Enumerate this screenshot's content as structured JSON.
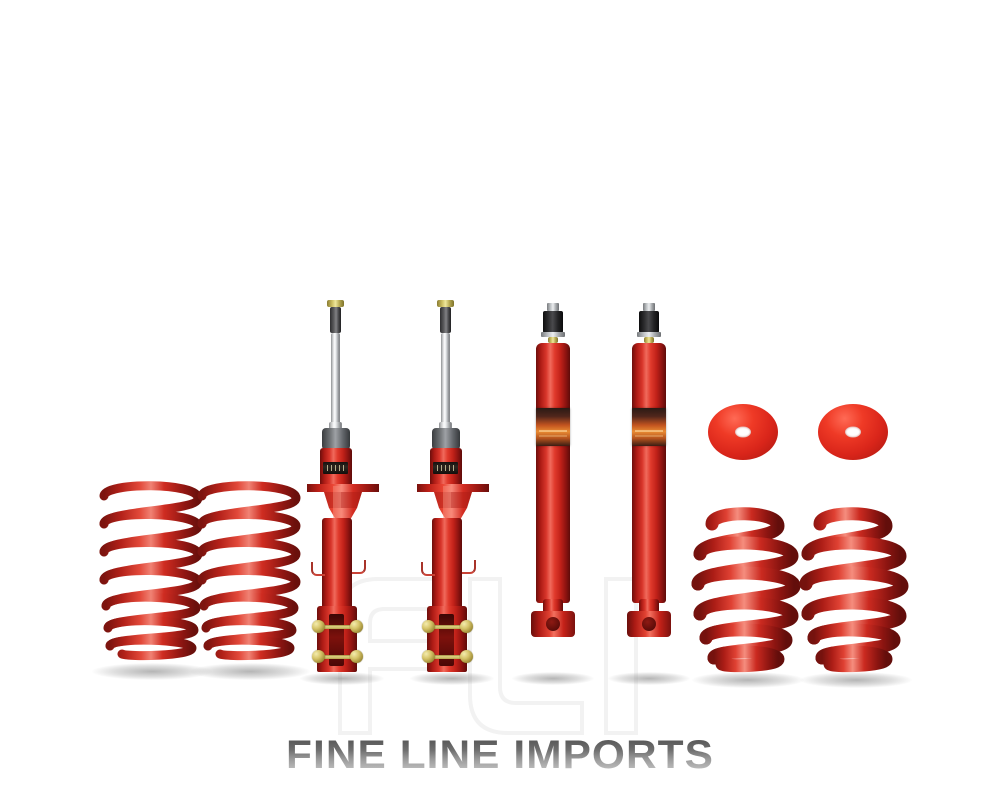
{
  "image": {
    "subject": "Automotive suspension lowering kit — 2 front struts, 2 rear shock absorbers, 4 coil springs, 2 red spacer discs",
    "background_color": "#ffffff",
    "accent_red": "#cc2018",
    "chrome_color": "#c9cbcd",
    "zinc_color": "#cdbf63"
  },
  "watermark": {
    "brand_name": "FINE LINE IMPORTS",
    "logo_monogram": "FLI",
    "logo_color": "#f2f2f2",
    "name_color_top": "#4a4a4a",
    "name_color_bottom": "#d9d9d9"
  },
  "parts": [
    {
      "id": "front-spring-left",
      "name": "Front Lowering Coil Spring (Left)",
      "type": "coil-spring",
      "color": "#c0261f",
      "coils": 8
    },
    {
      "id": "front-spring-right",
      "name": "Front Lowering Coil Spring (Right)",
      "type": "coil-spring",
      "color": "#c0261f",
      "coils": 8
    },
    {
      "id": "front-strut-left",
      "name": "Front Strut Assembly (Left)",
      "type": "strut",
      "body_color": "#cc2018",
      "rod_color": "#c9cbcd"
    },
    {
      "id": "front-strut-right",
      "name": "Front Strut Assembly (Right)",
      "type": "strut",
      "body_color": "#cc2018",
      "rod_color": "#c9cbcd"
    },
    {
      "id": "rear-shock-left",
      "name": "Rear Shock Absorber (Left)",
      "type": "shock",
      "body_color": "#cc2018",
      "label_color": "#e88b33"
    },
    {
      "id": "rear-shock-right",
      "name": "Rear Shock Absorber (Right)",
      "type": "shock",
      "body_color": "#cc2018",
      "label_color": "#e88b33"
    },
    {
      "id": "spacer-disc-left",
      "name": "Spring Spacer Disc (Left)",
      "type": "spacer-disc",
      "color": "#e0281c"
    },
    {
      "id": "spacer-disc-right",
      "name": "Spring Spacer Disc (Right)",
      "type": "spacer-disc",
      "color": "#e0281c"
    },
    {
      "id": "rear-spring-left",
      "name": "Rear Lowering Coil Spring (Left)",
      "type": "coil-spring",
      "color": "#c0261f",
      "coils": 6
    },
    {
      "id": "rear-spring-right",
      "name": "Rear Lowering Coil Spring (Right)",
      "type": "coil-spring",
      "color": "#c0261f",
      "coils": 6
    }
  ]
}
